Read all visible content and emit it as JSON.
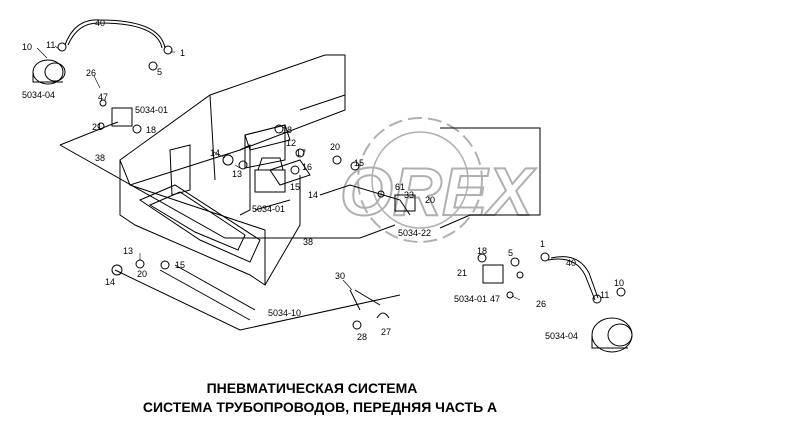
{
  "watermark": {
    "text": "OREX",
    "color": "#b0b0b0"
  },
  "title": {
    "line1": "ПНЕВМАТИЧЕСКАЯ СИСТЕМА",
    "line2": "СИСТЕМА ТРУБОПРОВОДОВ, ПЕРЕДНЯЯ ЧАСТЬ А"
  },
  "labels": [
    "40",
    "1",
    "10",
    "11",
    "5",
    "26",
    "5034-04",
    "47",
    "5034-01",
    "21",
    "18",
    "18",
    "12",
    "38",
    "14",
    "13",
    "17",
    "20",
    "15",
    "16",
    "15",
    "14",
    "5034-01",
    "61",
    "33",
    "20",
    "5034-22",
    "38",
    "13",
    "20",
    "15",
    "14",
    "30",
    "5034-10",
    "18",
    "5",
    "1",
    "40",
    "21",
    "47",
    "5034-01",
    "26",
    "10",
    "11",
    "28",
    "27",
    "5034-04"
  ]
}
